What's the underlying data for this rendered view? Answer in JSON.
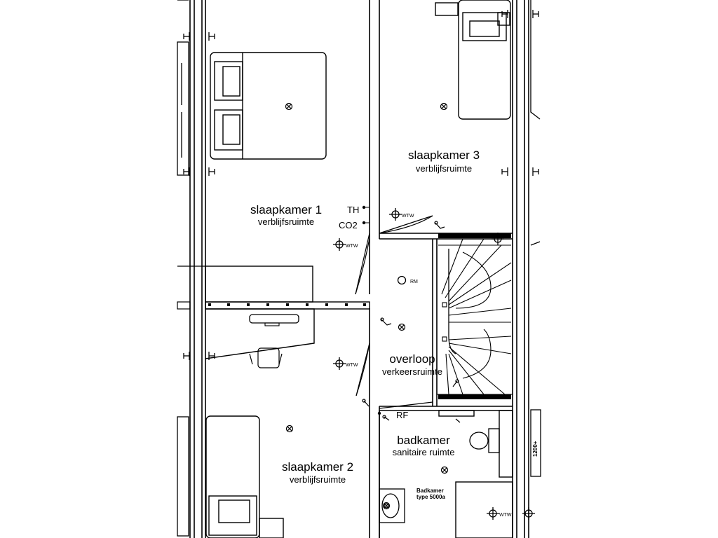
{
  "rooms": {
    "slaapkamer1": {
      "name": "slaapkamer 1",
      "type": "verblijfsruimte"
    },
    "slaapkamer2": {
      "name": "slaapkamer 2",
      "type": "verblijfsruimte"
    },
    "slaapkamer3": {
      "name": "slaapkamer 3",
      "type": "verblijfsruimte"
    },
    "overloop": {
      "name": "overloop",
      "type": "verkeersruimte"
    },
    "badkamer": {
      "name": "badkamer",
      "type": "sanitaire ruimte"
    }
  },
  "symbols": {
    "th": "TH",
    "co2": "CO2",
    "rf": "RF",
    "rm": "RM",
    "wtw": "WTW",
    "badkamer_unit_line1": "Badkamer",
    "badkamer_unit_line2": "type 5000a",
    "dimension": "1200+"
  }
}
